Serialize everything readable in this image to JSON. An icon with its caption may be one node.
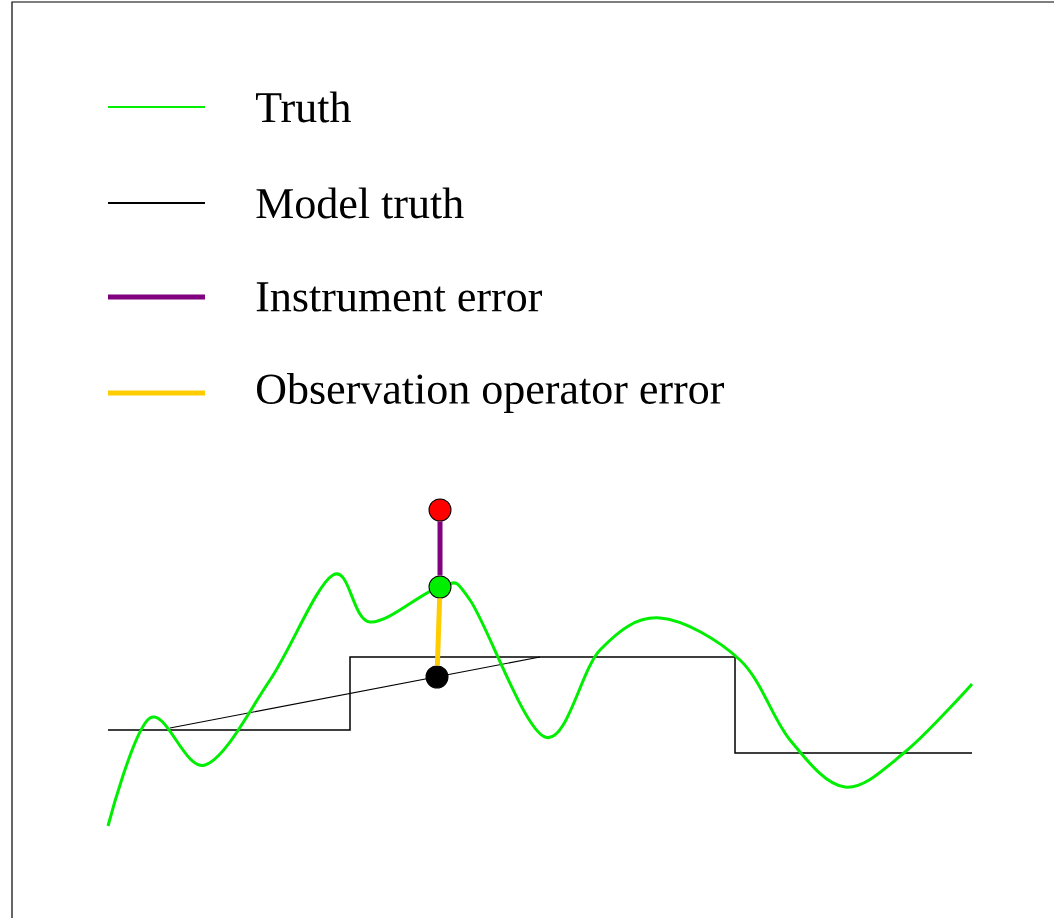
{
  "diagram": {
    "nodes": [
      {
        "text": [],
        "shape": "circle"
      },
      {
        "text": [],
        "shape": "circle"
      },
      {
        "text": [],
        "shape": "circle"
      }
    ],
    "edges": [
      {
        "from": 0,
        "to": 1,
        "arrow": "none",
        "color": "#800080"
      },
      {
        "from": 1,
        "to": 2,
        "arrow": "none",
        "color": "#ffcc00"
      }
    ],
    "legend": [
      {
        "text": "Truth",
        "color": "#00ee00"
      },
      {
        "text": "Model truth",
        "color": "#000000"
      },
      {
        "text": "Instrument error",
        "color": "#800080"
      },
      {
        "text": "Observation operator error",
        "color": "#ffcc00"
      }
    ]
  }
}
